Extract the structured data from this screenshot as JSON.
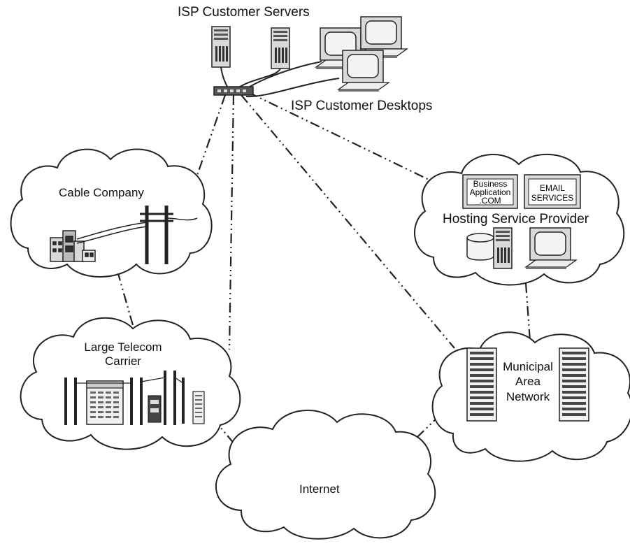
{
  "labels": {
    "isp_servers": "ISP Customer Servers",
    "isp_desktops": "ISP Customer Desktops",
    "cable": "Cable Company",
    "telecom_line1": "Large Telecom",
    "telecom_line2": "Carrier",
    "hosting": "Hosting Service Provider",
    "municipal_line1": "Municipal",
    "municipal_line2": "Area",
    "municipal_line3": "Network",
    "internet": "Internet"
  },
  "hosting_screens": {
    "business_line1": "Business",
    "business_line2": "Application",
    "business_line3": ".COM",
    "email_line1": "EMAIL",
    "email_line2": "SERVICES"
  },
  "icons": [
    "server-tower-icon",
    "desktop-monitor-icon",
    "network-switch-icon",
    "utility-pole-icon",
    "building-icon",
    "server-rack-icon",
    "database-cylinder-icon"
  ],
  "colors": {
    "line": "#222222",
    "cloud_fill": "#ffffff",
    "device_fill": "#d9d9d9",
    "device_dark": "#555555"
  }
}
